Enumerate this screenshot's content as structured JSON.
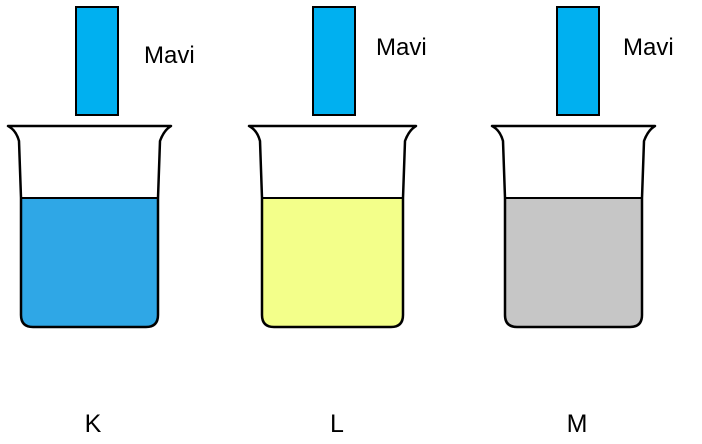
{
  "beakers": [
    {
      "label": "K",
      "paper_label": "Mavi",
      "paper_color": "#00B0F0",
      "liquid_color": "#2FA7E6"
    },
    {
      "label": "L",
      "paper_label": "Mavi",
      "paper_color": "#00B0F0",
      "liquid_color": "#F3FF8A"
    },
    {
      "label": "M",
      "paper_label": "Mavi",
      "paper_color": "#00B0F0",
      "liquid_color": "#C6C6C6"
    }
  ],
  "colors": {
    "outline": "#000000",
    "background": "#FFFFFF"
  }
}
